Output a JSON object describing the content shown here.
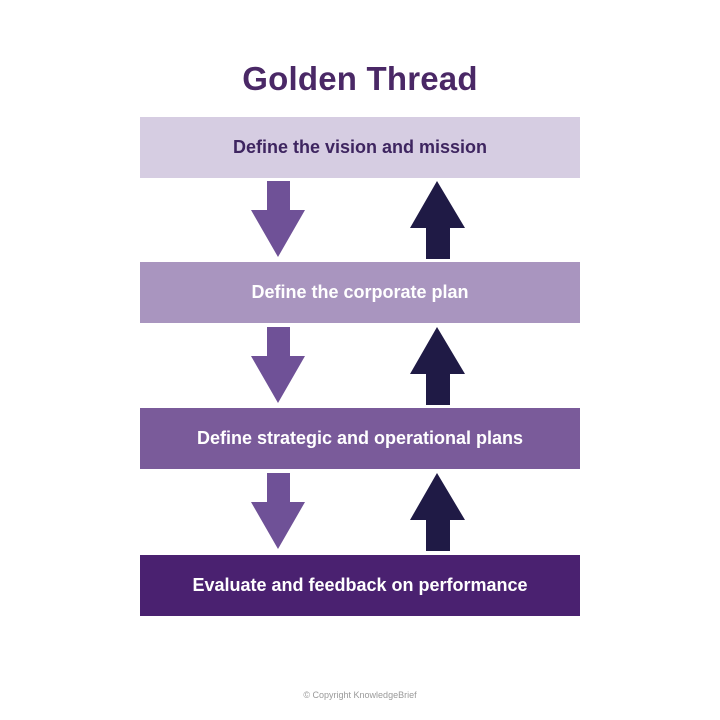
{
  "title": "Golden Thread",
  "colors": {
    "title": "#4a2866",
    "down_arrow": "#6f5197",
    "up_arrow": "#1f1a45"
  },
  "steps": [
    {
      "label": "Define the vision and mission",
      "bg": "#d6cde2",
      "text_color": "#3e2560"
    },
    {
      "label": "Define the corporate plan",
      "bg": "#a995bf",
      "text_color": "#ffffff"
    },
    {
      "label": "Define strategic and operational plans",
      "bg": "#7a5b9a",
      "text_color": "#ffffff"
    },
    {
      "label": "Evaluate and feedback on performance",
      "bg": "#4a2170",
      "text_color": "#ffffff"
    }
  ],
  "arrows": [
    {
      "between": [
        1,
        2
      ],
      "down": "down-arrow",
      "up": "up-arrow"
    },
    {
      "between": [
        2,
        3
      ],
      "down": "down-arrow",
      "up": "up-arrow"
    },
    {
      "between": [
        3,
        4
      ],
      "down": "down-arrow",
      "up": "up-arrow"
    }
  ],
  "footer": {
    "copyright": "© Copyright KnowledgeBrief"
  }
}
